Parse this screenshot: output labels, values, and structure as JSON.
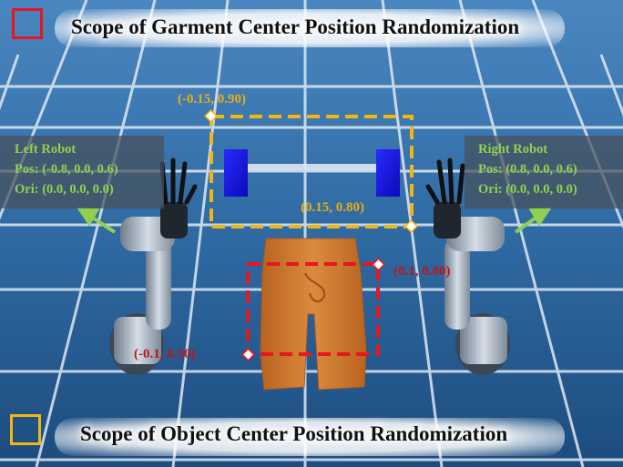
{
  "legend": {
    "garment_label": "Scope of Garment Center Position Randomization",
    "object_label": "Scope of Object Center Position Randomization"
  },
  "left_robot": {
    "title": "Left Robot",
    "pos": "Pos: (-0.8, 0.0, 0.6)",
    "ori": "Ori: (0.0, 0.0, 0.0)"
  },
  "right_robot": {
    "title": "Right Robot",
    "pos": "Pos: (0.8, 0.0, 0.6)",
    "ori": "Ori: (0.0, 0.0, 0.0)"
  },
  "object_scope": {
    "top_left": "(-0.15,  0.90)",
    "bottom_right": "(0.15,  0.80)"
  },
  "garment_scope": {
    "top_right": "(0.1,  0.80)",
    "bottom_left": "(-0.1,  0.50)"
  },
  "colors": {
    "garment_scope": "#e8161d",
    "object_scope": "#f2b612",
    "robot_text": "#8fd14f",
    "floor": "#2a5f92",
    "garment": "#d0782e",
    "object": "#1010dd"
  }
}
